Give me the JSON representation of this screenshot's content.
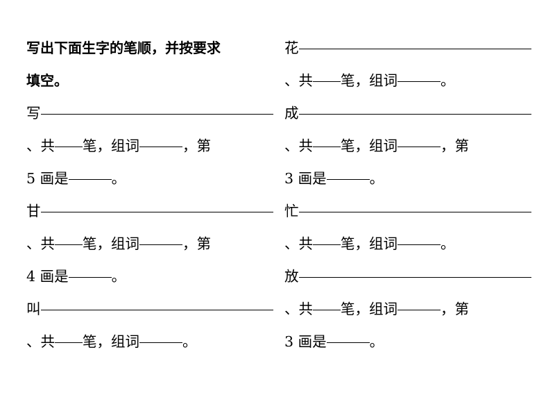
{
  "document": {
    "heading": "写出下面生字的笔顺，并按要求填空。",
    "heading_line1": "写出下面生字的笔顺，并按要求",
    "heading_line2": "填空。",
    "labels": {
      "stroke_lead": "、共",
      "stroke_unit": "笔，",
      "word_label": "组词",
      "comma": "，",
      "ordinal_prefix": "第",
      "ordinal_suffix": "画是",
      "period": "。"
    }
  },
  "columns": {
    "left": {
      "entries": [
        {
          "character": "写",
          "stroke_lead": "、共",
          "stroke_unit": "笔，",
          "word_label": "组词",
          "comma": "，",
          "ordinal_prefix": "第",
          "stroke_number": "5",
          "ordinal_suffix": "画是",
          "period": "。",
          "has_ordinal": true
        },
        {
          "character": "甘",
          "stroke_lead": "、共",
          "stroke_unit": "笔，",
          "word_label": "组词",
          "comma": "，",
          "ordinal_prefix": "第",
          "stroke_number": "4",
          "ordinal_suffix": "画是",
          "period": "。",
          "has_ordinal": true
        },
        {
          "character": "叫",
          "stroke_lead": "、共",
          "stroke_unit": "笔，",
          "word_label": "组词",
          "period": "。",
          "has_ordinal": false
        }
      ]
    },
    "right": {
      "entries": [
        {
          "character": "花",
          "stroke_lead": "、共",
          "stroke_unit": "笔，",
          "word_label": "组词",
          "period": "。",
          "has_ordinal": false
        },
        {
          "character": "成",
          "stroke_lead": "、共",
          "stroke_unit": "笔，",
          "word_label": "组词",
          "comma": "，",
          "ordinal_prefix": "第",
          "stroke_number": "3",
          "ordinal_suffix": "画是",
          "period": "。",
          "has_ordinal": true
        },
        {
          "character": "忙",
          "stroke_lead": "、共",
          "stroke_unit": "笔，",
          "word_label": "组词",
          "period": "。",
          "has_ordinal": false
        },
        {
          "character": "放",
          "stroke_lead": "、共",
          "stroke_unit": "笔，",
          "word_label": "组词",
          "comma": "，",
          "ordinal_prefix": "第",
          "stroke_number": "3",
          "ordinal_suffix": "画是",
          "period": "。",
          "has_ordinal": true
        }
      ]
    }
  }
}
